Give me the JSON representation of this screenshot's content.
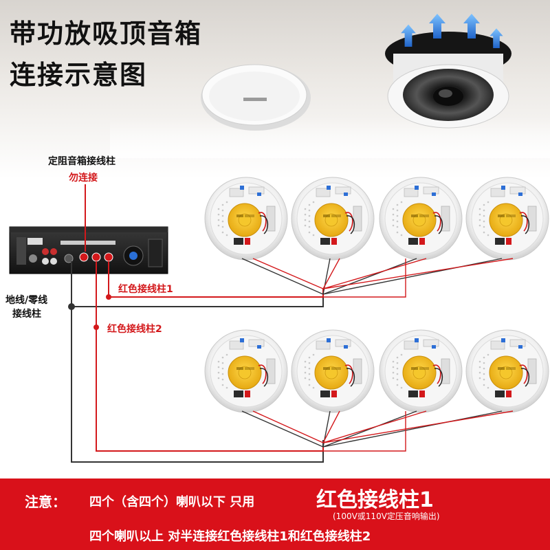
{
  "title": {
    "line1": "带功放吸顶音箱",
    "line2": "连接示意图"
  },
  "labels": {
    "fixed_impedance_terminal": "定阻音箱接线柱",
    "do_not_connect": "勿连接",
    "red_terminal_1": "红色接线柱1",
    "red_terminal_2": "红色接线柱2",
    "ground_line_1": "地线/零线",
    "ground_line_2": "接线柱"
  },
  "footer": {
    "note_prefix": "注意：",
    "line1_text": "四个（含四个）喇叭以下 只用",
    "line1_emphasis": "红色接线柱1",
    "line1_sub": "(100V或110V定压音响输出)",
    "line2_text": "四个喇叭以上 对半连接红色接线柱1和红色接线柱2"
  },
  "colors": {
    "accent_red": "#d9111a",
    "wire_red": "#d3181b",
    "wire_black": "#333333",
    "speaker_cone": "#f2c122"
  },
  "icons": {
    "amplifier": "amplifier-icon",
    "ceiling_speaker": "ceiling-speaker-icon",
    "speaker_module": "speaker-module-icon",
    "airflow_arrows": "airflow-arrow-icon"
  }
}
